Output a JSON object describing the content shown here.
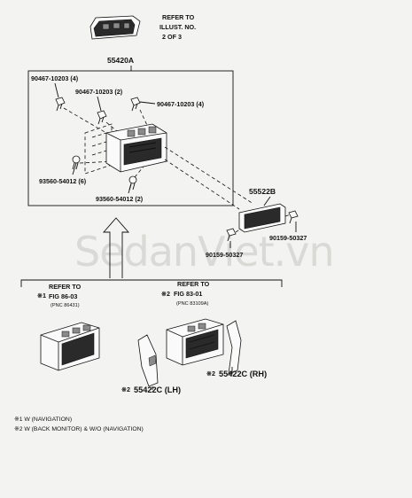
{
  "watermark": "SedanViet.vn",
  "labels": {
    "ref_top_1": "REFER TO",
    "ref_top_2": "ILLUST. NO.",
    "ref_top_3": "2 OF 3",
    "main_assy": "55420A",
    "bolt_a": "90467-10203 (4)",
    "bolt_b": "90467-10203 (2)",
    "bolt_c": "90467-10203 (4)",
    "screw_a": "93560-54012 (6)",
    "screw_b": "93560-54012 (2)",
    "display": "55522B",
    "clip_r": "90159-50327",
    "clip_l": "90159-50327",
    "ref_left_1": "REFER TO",
    "ref_left_mark": "※1",
    "ref_left_2": "FIG 86-03",
    "ref_left_3": "(PNC 86431)",
    "ref_right_1": "REFER TO",
    "ref_right_mark": "※2",
    "ref_right_2": "FIG 83-01",
    "ref_right_3": "(PNC 83109A)",
    "cover_lh_mark": "※2",
    "cover_lh": "55422C (LH)",
    "cover_rh_mark": "※2",
    "cover_rh": "55422C (RH)"
  },
  "notes": [
    "※1 W (NAVIGATION)",
    "※2 W (BACK MONITOR) & W/O (NAVIGATION)"
  ]
}
